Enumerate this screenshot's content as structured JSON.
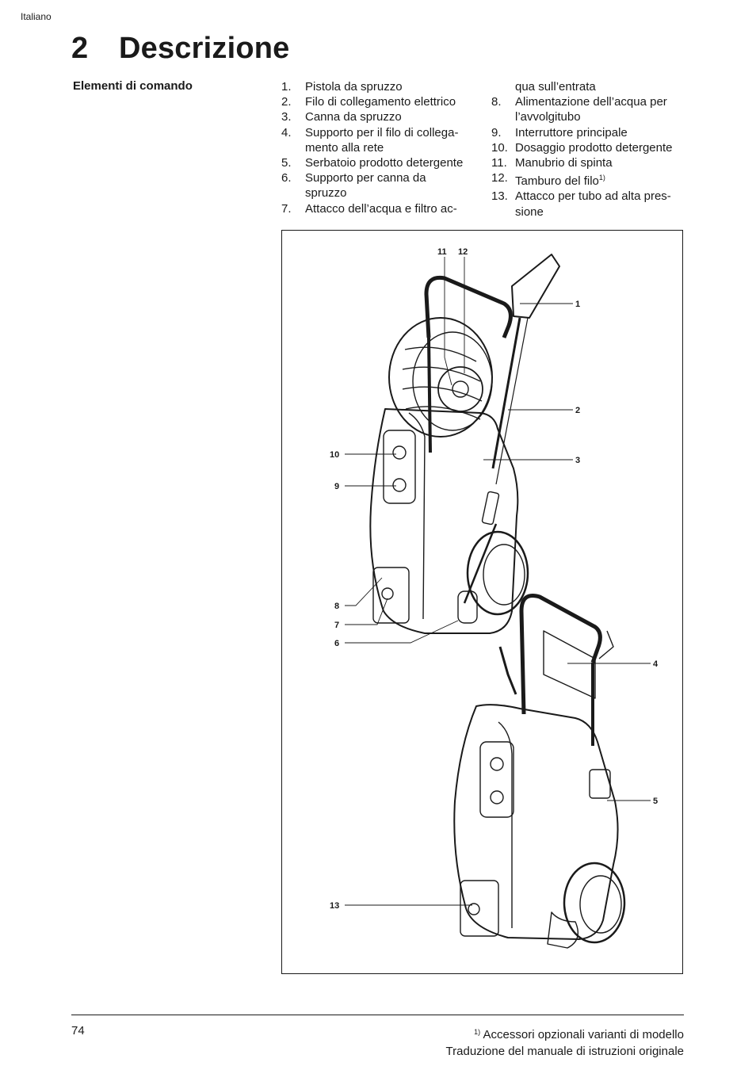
{
  "header": {
    "language": "Italiano"
  },
  "chapter": {
    "number": "2",
    "title": "Descrizione"
  },
  "section": {
    "label": "Elementi di comando"
  },
  "list_left": [
    {
      "n": "1.",
      "lines": [
        "Pistola da spruzzo"
      ]
    },
    {
      "n": "2.",
      "lines": [
        "Filo di collegamento elettrico"
      ]
    },
    {
      "n": "3.",
      "lines": [
        "Canna da spruzzo"
      ]
    },
    {
      "n": "4.",
      "lines": [
        "Supporto per il filo di collega-",
        "mento alla rete"
      ]
    },
    {
      "n": "5.",
      "lines": [
        "Serbatoio prodotto detergente"
      ]
    },
    {
      "n": "6.",
      "lines": [
        "Supporto per canna da",
        "spruzzo"
      ]
    },
    {
      "n": "7.",
      "lines": [
        "Attacco dell’acqua e filtro ac-"
      ]
    }
  ],
  "list_right": [
    {
      "n": "",
      "lines": [
        "qua sull’entrata"
      ]
    },
    {
      "n": "8.",
      "lines": [
        "Alimentazione dell’acqua per",
        "l’avvolgitubo"
      ]
    },
    {
      "n": "9.",
      "lines": [
        "Interruttore principale"
      ]
    },
    {
      "n": "10.",
      "lines": [
        "Dosaggio prodotto detergente"
      ]
    },
    {
      "n": "11.",
      "lines": [
        "Manubrio di spinta"
      ]
    },
    {
      "n": "12.",
      "lines": [
        "Tamburo del filo"
      ],
      "sup": "1)"
    },
    {
      "n": "13.",
      "lines": [
        "Attacco per tubo ad alta pres-",
        "sione"
      ]
    }
  ],
  "figure": {
    "callouts": [
      "11",
      "12",
      "1",
      "2",
      "3",
      "10",
      "9",
      "8",
      "7",
      "6",
      "4",
      "5",
      "13"
    ]
  },
  "footer": {
    "page_number": "74",
    "note_marker": "1)",
    "note_text": "Accessori opzionali varianti di modello",
    "doc_title": "Traduzione del manuale di istruzioni originale"
  }
}
